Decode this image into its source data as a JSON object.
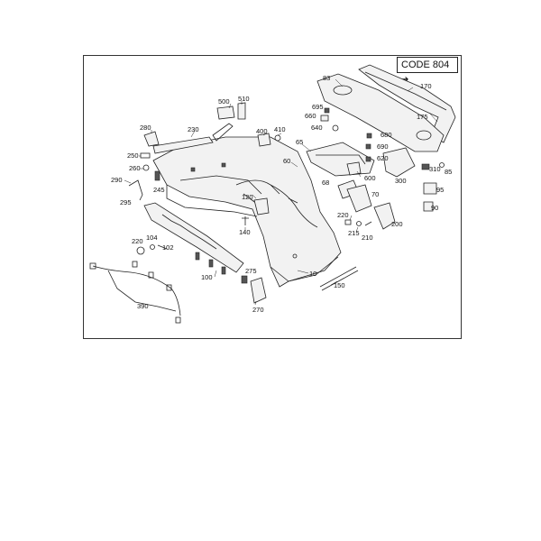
{
  "diagram": {
    "code_label": "CODE 804",
    "code_arrow": "➔",
    "callouts": [
      {
        "id": "c83",
        "text": "83"
      },
      {
        "id": "c170",
        "text": "170"
      },
      {
        "id": "c175",
        "text": "175"
      },
      {
        "id": "c500",
        "text": "500"
      },
      {
        "id": "c510",
        "text": "510"
      },
      {
        "id": "c695",
        "text": "695"
      },
      {
        "id": "c660",
        "text": "660"
      },
      {
        "id": "c640",
        "text": "640"
      },
      {
        "id": "c680",
        "text": "680"
      },
      {
        "id": "c690",
        "text": "690"
      },
      {
        "id": "c620",
        "text": "620"
      },
      {
        "id": "c280",
        "text": "280"
      },
      {
        "id": "c230",
        "text": "230"
      },
      {
        "id": "c400",
        "text": "400"
      },
      {
        "id": "c410",
        "text": "410"
      },
      {
        "id": "c65",
        "text": "65"
      },
      {
        "id": "c60",
        "text": "60"
      },
      {
        "id": "c250",
        "text": "250"
      },
      {
        "id": "c260",
        "text": "260"
      },
      {
        "id": "c245",
        "text": "245"
      },
      {
        "id": "c290",
        "text": "290"
      },
      {
        "id": "c295",
        "text": "295"
      },
      {
        "id": "c600",
        "text": "600"
      },
      {
        "id": "c300",
        "text": "300"
      },
      {
        "id": "c310",
        "text": "310"
      },
      {
        "id": "c85",
        "text": "85"
      },
      {
        "id": "c68",
        "text": "68"
      },
      {
        "id": "c70",
        "text": "70"
      },
      {
        "id": "c95",
        "text": "95"
      },
      {
        "id": "c90",
        "text": "90"
      },
      {
        "id": "c120",
        "text": "120"
      },
      {
        "id": "c140",
        "text": "140"
      },
      {
        "id": "c220",
        "text": "220"
      },
      {
        "id": "c215",
        "text": "215"
      },
      {
        "id": "c210",
        "text": "210"
      },
      {
        "id": "c200",
        "text": "200"
      },
      {
        "id": "c220b",
        "text": "220"
      },
      {
        "id": "c104",
        "text": "104"
      },
      {
        "id": "c102",
        "text": "102"
      },
      {
        "id": "c275",
        "text": "275"
      },
      {
        "id": "c10",
        "text": "10"
      },
      {
        "id": "c100",
        "text": "100"
      },
      {
        "id": "c150",
        "text": "150"
      },
      {
        "id": "c270",
        "text": "270"
      },
      {
        "id": "c390",
        "text": "390"
      }
    ]
  }
}
